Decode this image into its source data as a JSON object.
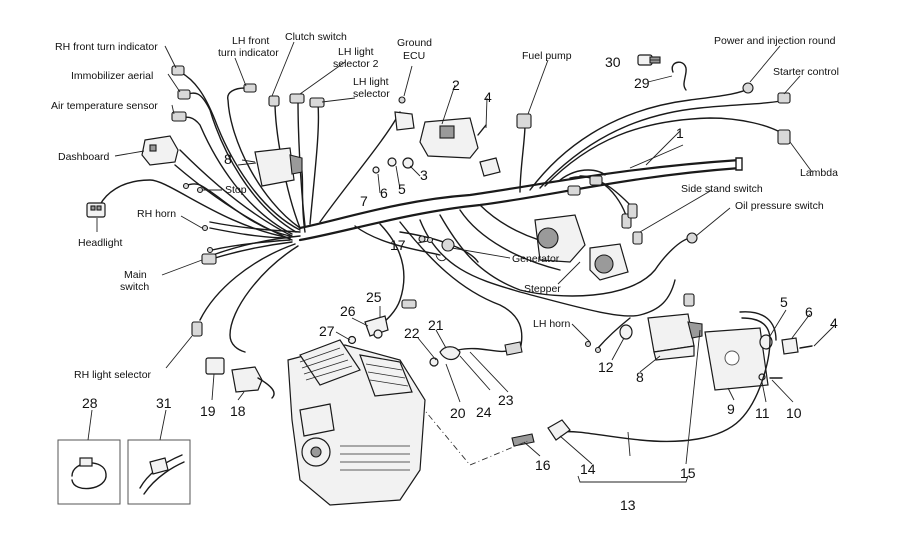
{
  "labels": {
    "rh_front_turn_indicator": "RH front turn indicator",
    "lh_front_turn_indicator_1": "LH front",
    "lh_front_turn_indicator_2": "turn indicator",
    "clutch_switch": "Clutch switch",
    "lh_light_selector_2_a": "LH light",
    "lh_light_selector_2_b": "selector 2",
    "ground_ecu_a": "Ground",
    "ground_ecu_b": "ECU",
    "lh_light_selector_a": "LH light",
    "lh_light_selector_b": "selector",
    "fuel_pump": "Fuel pump",
    "power_and_injection_round": "Power and injection round",
    "starter_control": "Starter control",
    "immobilizer_aerial": "Immobilizer aerial",
    "air_temperature_sensor": "Air temperature sensor",
    "dashboard": "Dashboard",
    "stop": "Stop",
    "headlight": "Headlight",
    "rh_horn": "RH horn",
    "main_switch_a": "Main",
    "main_switch_b": "switch",
    "rh_light_selector": "RH light selector",
    "lambda": "Lambda",
    "side_stand_switch": "Side stand switch",
    "oil_pressure_switch": "Oil pressure switch",
    "generator": "Generator",
    "stepper": "Stepper",
    "lh_horn": "LH horn"
  },
  "numbers": {
    "n1": "1",
    "n2": "2",
    "n3": "3",
    "n4a": "4",
    "n4b": "4",
    "n5a": "5",
    "n5b": "5",
    "n6a": "6",
    "n6b": "6",
    "n7": "7",
    "n8a": "8",
    "n8b": "8",
    "n9": "9",
    "n10": "10",
    "n11": "11",
    "n12": "12",
    "n13": "13",
    "n14": "14",
    "n15": "15",
    "n16": "16",
    "n17": "17",
    "n18": "18",
    "n19": "19",
    "n20": "20",
    "n21": "21",
    "n22": "22",
    "n23": "23",
    "n24": "24",
    "n25": "25",
    "n26": "26",
    "n27": "27",
    "n28": "28",
    "n29": "29",
    "n30": "30",
    "n31": "31"
  }
}
